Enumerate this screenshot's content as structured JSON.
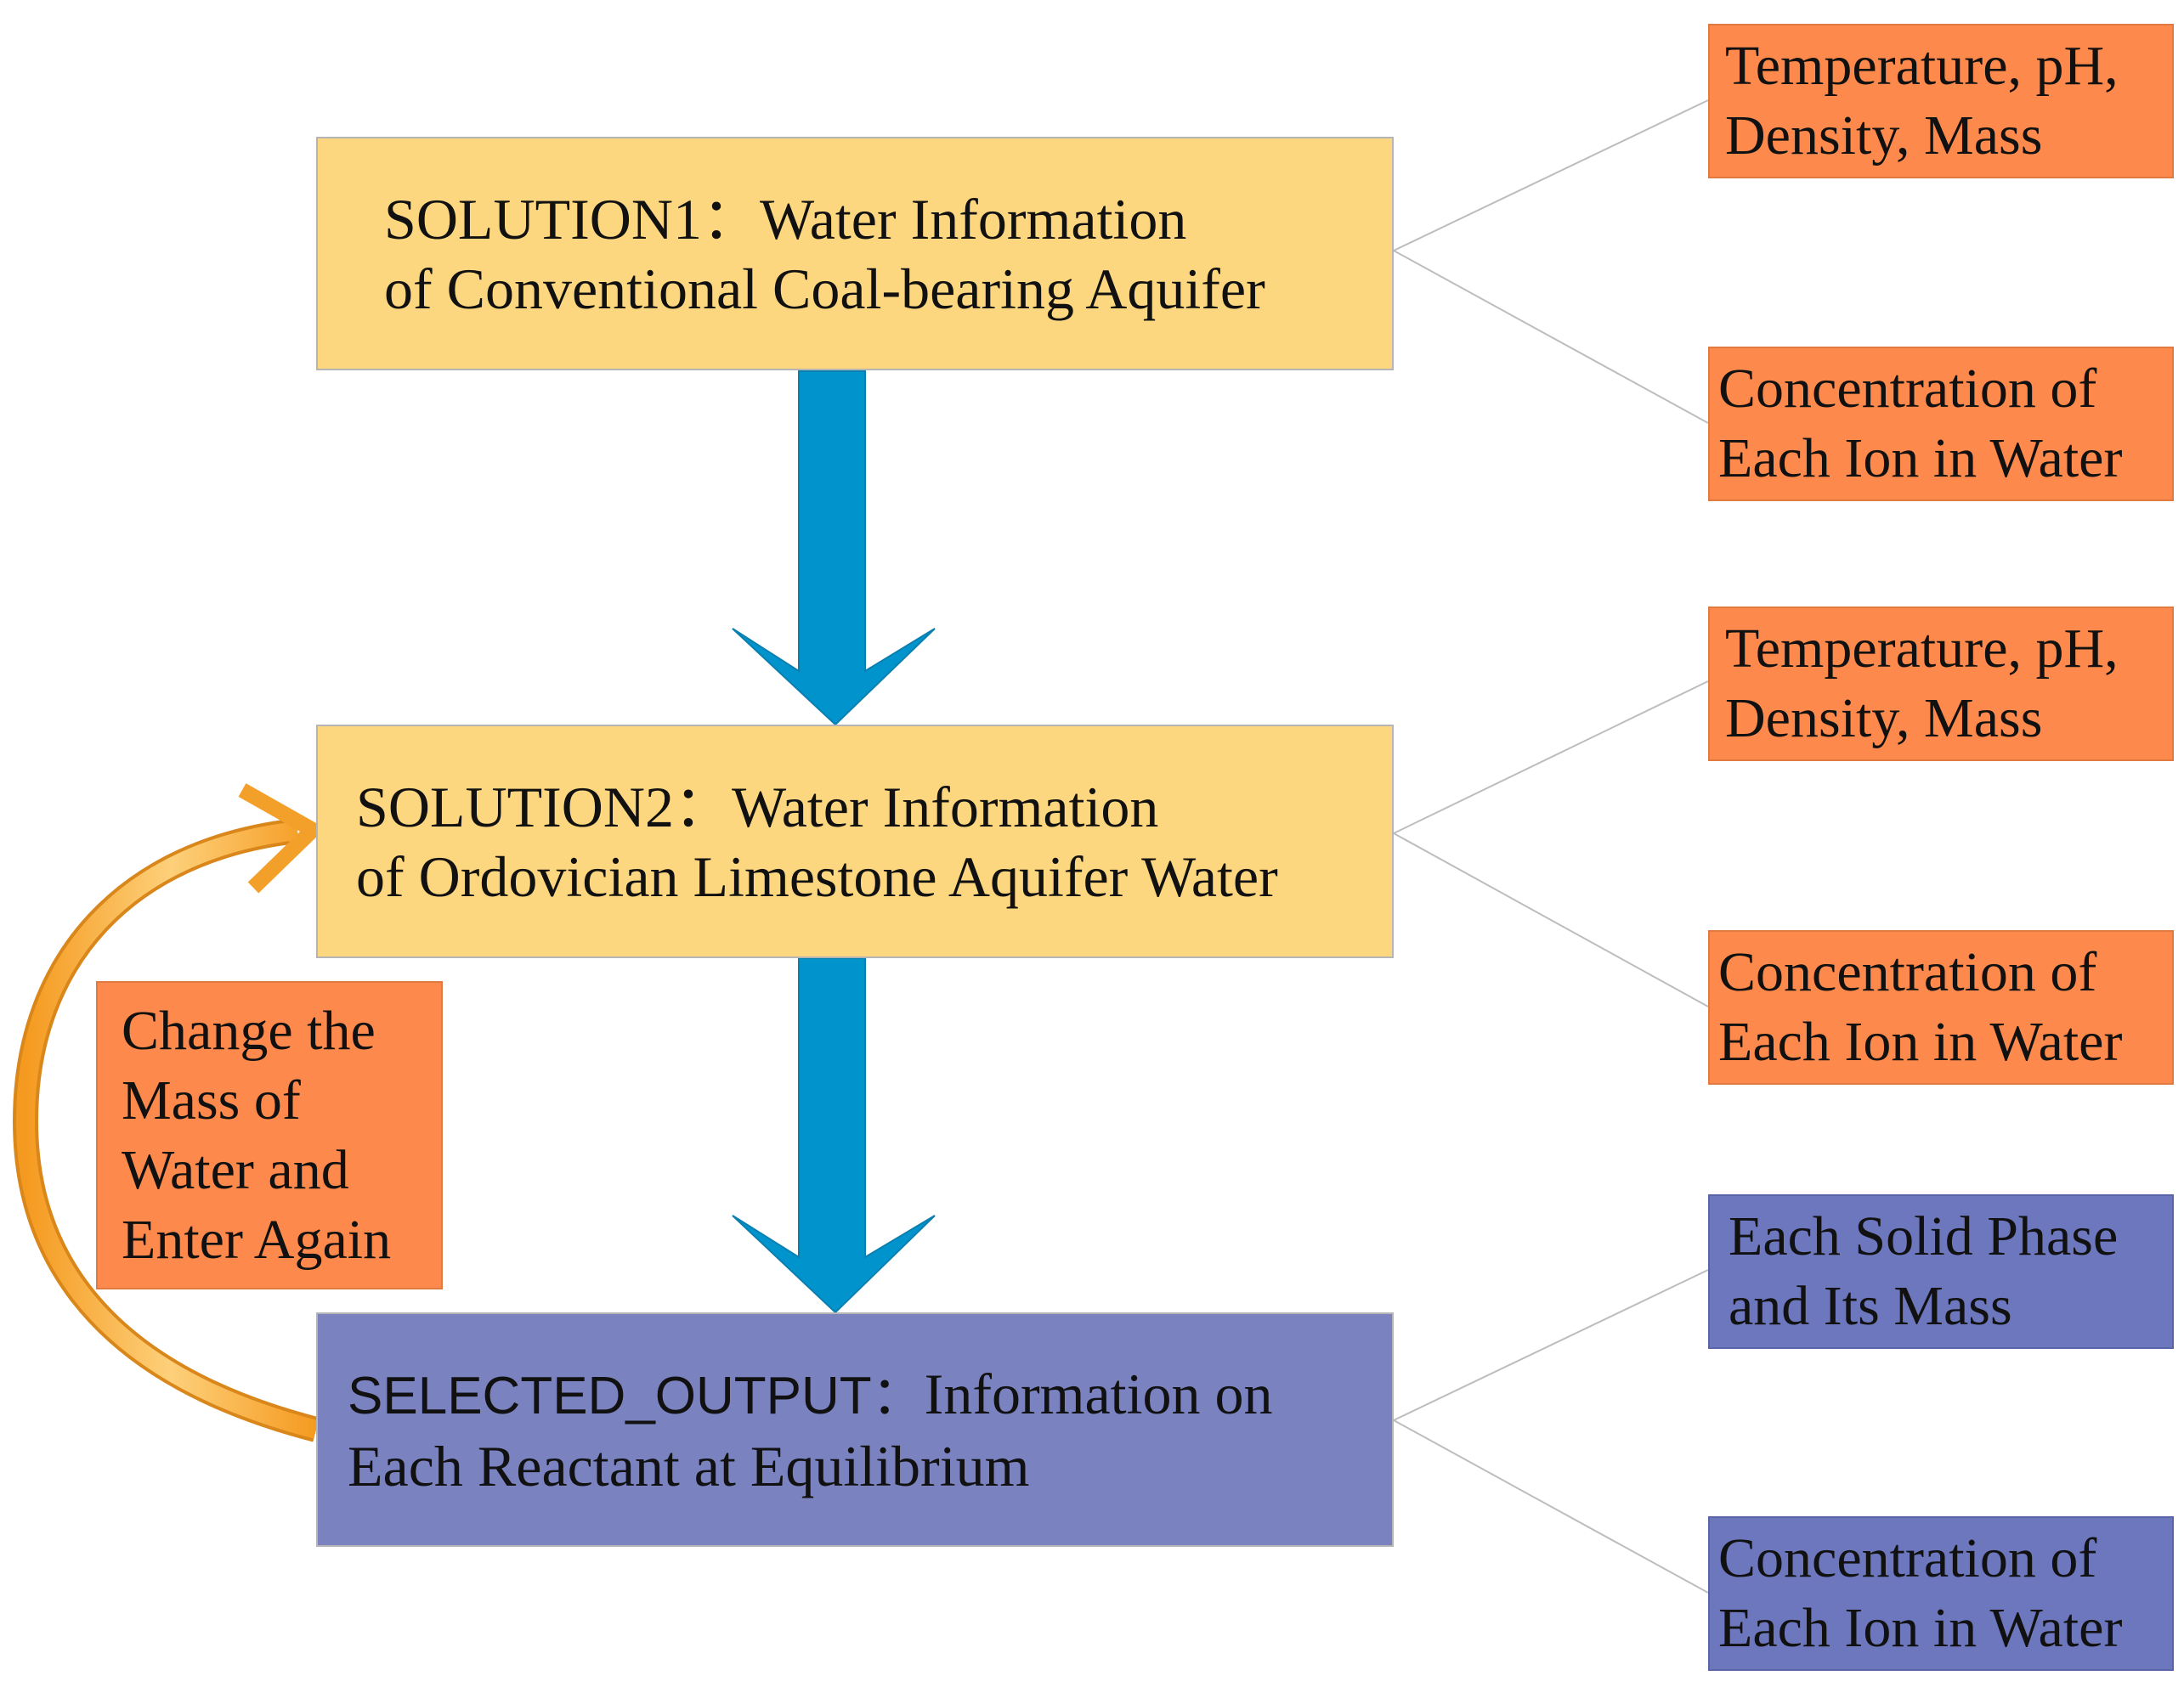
{
  "solution1": {
    "label": "SOLUTION1：",
    "line1_rest": "Water Information",
    "line2": "of Conventional Coal-bearing Aquifer"
  },
  "solution2": {
    "label": "SOLUTION2：",
    "line1_rest": "Water Information",
    "line2": "of Ordovician Limestone Aquifer Water"
  },
  "selected_output": {
    "label": "SELECTED_OUTPUT：",
    "line1_rest": "Information on",
    "line2": "Each Reactant at Equilibrium"
  },
  "side_boxes": {
    "s1_properties": [
      "Temperature, pH,",
      "Density, Mass"
    ],
    "s1_ions": [
      "Concentration of",
      "Each Ion in Water"
    ],
    "s2_properties": [
      "Temperature, pH,",
      "Density, Mass"
    ],
    "s2_ions": [
      "Concentration of",
      "Each Ion in Water"
    ],
    "out_solid": [
      "Each Solid Phase",
      "and Its Mass"
    ],
    "out_ions": [
      "Concentration of",
      "Each Ion in Water"
    ]
  },
  "loop_box": [
    "Change the",
    "Mass of",
    "Water and",
    "Enter Again"
  ],
  "colors": {
    "yellow_box": "#fdd77f",
    "purple_box": "#7a82c0",
    "orange_box": "#fd8a4c",
    "blue_box": "#6c77bd",
    "down_arrow": "#0093cc",
    "loop_arrow": "#f7a531"
  }
}
